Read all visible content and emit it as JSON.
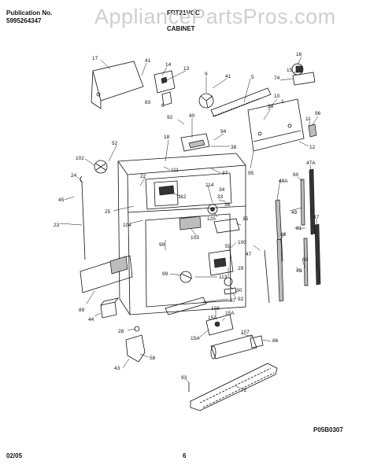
{
  "header": {
    "publication_label": "Publication No.",
    "publication_number": "5995264347",
    "model": "FRT21VGC",
    "section": "CABINET"
  },
  "watermark": "AppliancePartsPros.com",
  "diagram_code": "P05B0307",
  "footer": {
    "date": "02/05",
    "page": "6"
  },
  "callouts": [
    "17",
    "41",
    "14",
    "13",
    "9",
    "41",
    "5",
    "16",
    "15",
    "74",
    "83",
    "6",
    "10",
    "1",
    "39",
    "96",
    "92",
    "40",
    "11",
    "94",
    "38",
    "12",
    "18",
    "95",
    "52",
    "102",
    "111",
    "37",
    "22",
    "114",
    "34",
    "24",
    "33",
    "36",
    "48A",
    "60",
    "47A",
    "45",
    "112",
    "125",
    "35",
    "25",
    "49",
    "104",
    "23",
    "81",
    "47",
    "103",
    "99",
    "59",
    "48",
    "100",
    "47",
    "29",
    "99",
    "113",
    "60",
    "30",
    "49",
    "92",
    "87",
    "89",
    "44",
    "108",
    "15A",
    "15A",
    "107",
    "28",
    "86",
    "43",
    "58",
    "15A",
    "72",
    "93"
  ]
}
